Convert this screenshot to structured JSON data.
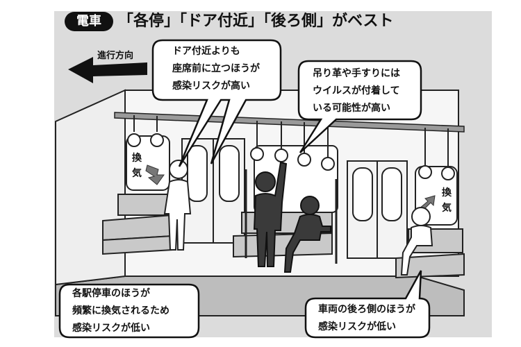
{
  "header": {
    "badge": "電車",
    "title": "「各停」「ドア付近」「後ろ側」がベスト"
  },
  "direction_label": "進行方向",
  "vent_left": [
    "換",
    "気"
  ],
  "vent_right": [
    "換",
    "気"
  ],
  "bubbles": {
    "door": [
      "ドア付近よりも",
      "座席前に立つほうが",
      "感染リスクが高い"
    ],
    "strap": [
      "吊り革や手すりには",
      "ウイルスが付着して",
      "いる可能性が高い"
    ],
    "local": [
      "各駅停車のほうが",
      "頻繁に換気されるため",
      "感染リスクが低い"
    ],
    "rear": [
      "車両の後ろ側のほうが",
      "感染リスクが低い"
    ]
  }
}
